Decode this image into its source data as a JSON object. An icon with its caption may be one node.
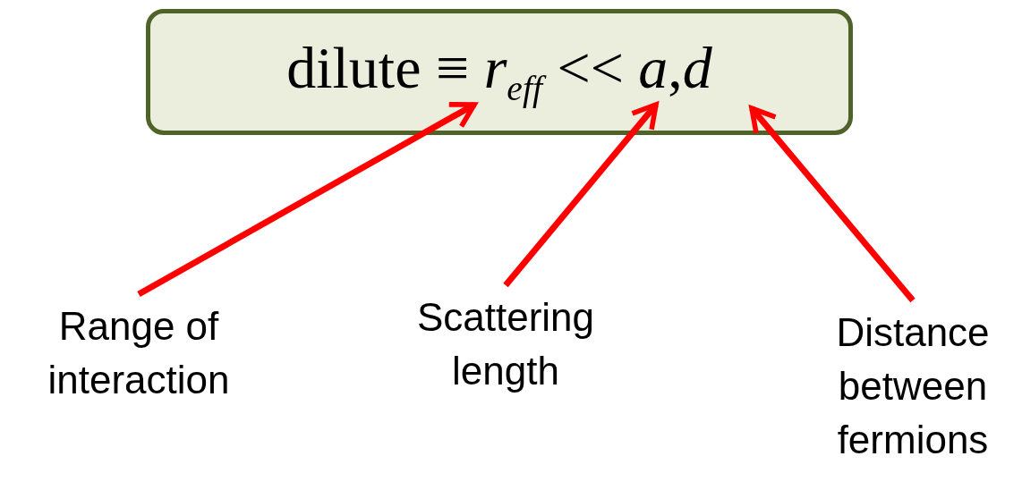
{
  "diagram": {
    "nodes": [
      {
        "text": [
          "dilute ≡ *r*$_{eff}$ << *a*,*d*"
        ]
      },
      {
        "text": [
          "Range of interaction"
        ]
      },
      {
        "text": [
          "Scattering length"
        ]
      },
      {
        "text": [
          "Distance between fermions"
        ]
      }
    ],
    "edges": [
      {
        "from": 1,
        "to": 0,
        "arrow": "to"
      },
      {
        "from": 2,
        "to": 0,
        "arrow": "to"
      },
      {
        "from": 3,
        "to": 0,
        "arrow": "to"
      }
    ]
  }
}
